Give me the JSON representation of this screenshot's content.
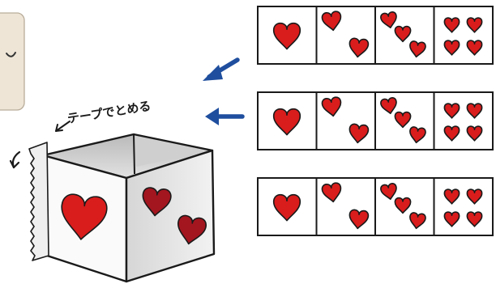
{
  "illustration": {
    "tape_caption": "テープでとめる",
    "heart_color": "#d91c1c",
    "dark_heart_color": "#a3151f",
    "arrow_color": "#1f4e9e",
    "outline_color": "#1a1a1a",
    "bubble_color": "#eee5d7"
  },
  "strips": [
    {
      "cells": [
        {
          "hearts": 1,
          "label": "one-heart"
        },
        {
          "hearts": 2,
          "label": "two-hearts"
        },
        {
          "hearts": 3,
          "label": "three-hearts"
        },
        {
          "hearts": 4,
          "label": "four-hearts"
        }
      ]
    },
    {
      "cells": [
        {
          "hearts": 1,
          "label": "one-heart"
        },
        {
          "hearts": 2,
          "label": "two-hearts"
        },
        {
          "hearts": 3,
          "label": "three-hearts"
        },
        {
          "hearts": 4,
          "label": "four-hearts"
        }
      ]
    },
    {
      "cells": [
        {
          "hearts": 1,
          "label": "one-heart"
        },
        {
          "hearts": 2,
          "label": "two-hearts"
        },
        {
          "hearts": 3,
          "label": "three-hearts"
        },
        {
          "hearts": 4,
          "label": "four-hearts"
        }
      ]
    }
  ],
  "icons": {
    "tape_arrow": "arrow-icon",
    "fold_arrow": "curved-arrow-icon",
    "pointer_arrows": "blue-arrow-icon"
  }
}
